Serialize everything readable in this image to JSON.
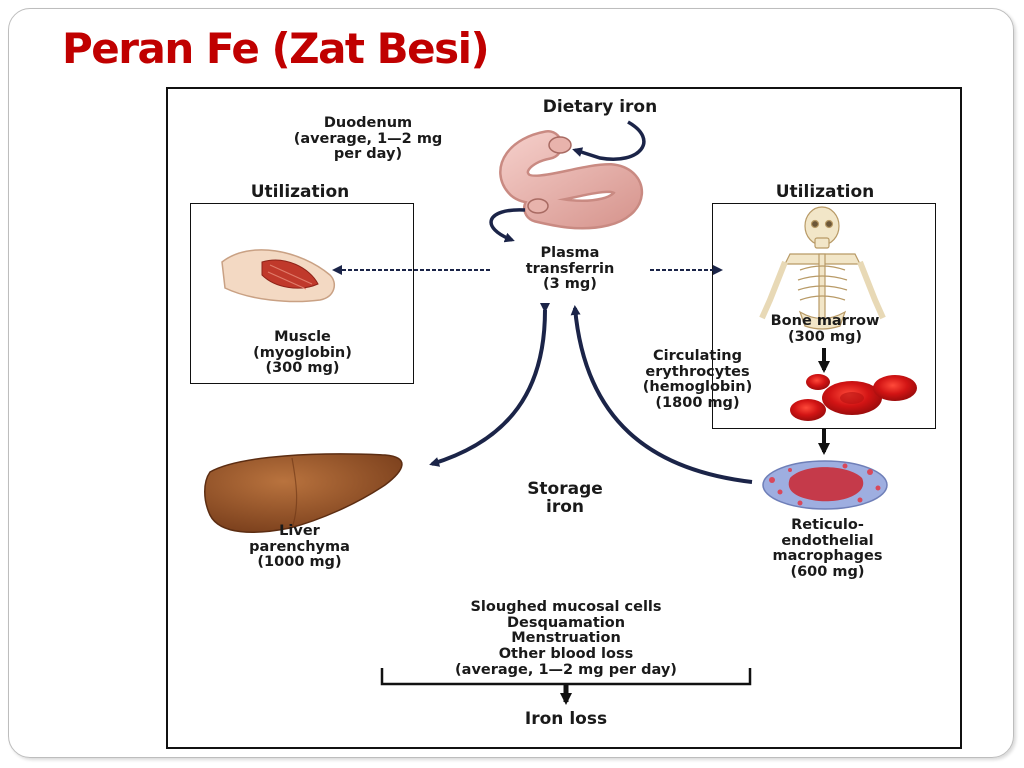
{
  "slide": {
    "title": "Peran Fe (Zat Besi)"
  },
  "diagram": {
    "dietary_iron": "Dietary iron",
    "duodenum": "Duodenum\n(average, 1—2 mg\nper day)",
    "utilization_left": "Utilization",
    "utilization_right": "Utilization",
    "plasma_transferrin": "Plasma\ntransferrin\n(3 mg)",
    "muscle": "Muscle\n(myoglobin)\n(300 mg)",
    "bone_marrow": "Bone marrow\n(300 mg)",
    "circulating_erythrocytes": "Circulating\nerythrocytes\n(hemoglobin)\n(1800 mg)",
    "storage_iron": "Storage\niron",
    "liver": "Liver\nparenchyma\n(1000 mg)",
    "macrophages": "Reticulo-\nendothelial\nmacrophages\n(600 mg)",
    "losses": "Sloughed mucosal cells\nDesquamation\nMenstruation\nOther blood loss\n(average, 1—2 mg per day)",
    "iron_loss": "Iron loss"
  },
  "colors": {
    "title": "#c00000",
    "arrow": "#1b2448",
    "rbc": "#d01818"
  },
  "icons": [
    "intestine-icon",
    "arm-muscle-icon",
    "skeleton-icon",
    "red-blood-cells-icon",
    "liver-icon",
    "macrophage-icon"
  ]
}
